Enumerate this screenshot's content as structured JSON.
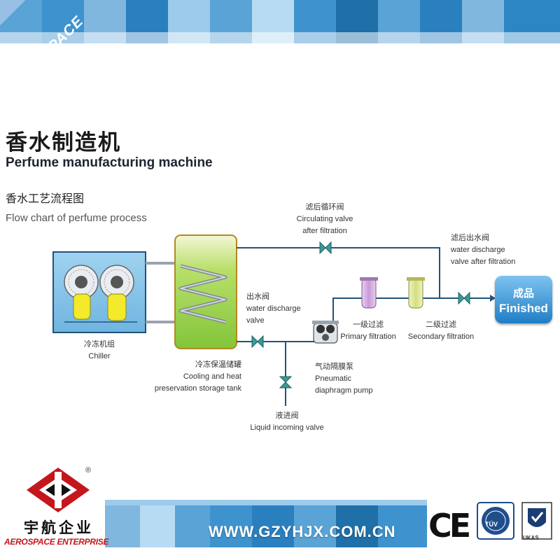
{
  "watermark": "AEROSPACE",
  "title_cn": "香水制造机",
  "title_en": "Perfume manufacturing machine",
  "subtitle_cn": "香水工艺流程图",
  "subtitle_en": "Flow chart of perfume process",
  "nodes": {
    "chiller": {
      "cn": "冷冻机组",
      "en": "Chiller"
    },
    "tank": {
      "cn": "冷冻保温储罐",
      "en_line1": "Cooling and heat",
      "en_line2": "preservation storage tank"
    },
    "circulating_valve": {
      "cn": "滤后循环阀",
      "en_line1": "Circulating valve",
      "en_line2": "after filtration"
    },
    "discharge_after": {
      "cn": "滤后出水阀",
      "en_line1": "water discharge",
      "en_line2": "valve after filtration"
    },
    "water_discharge": {
      "cn": "出水阀",
      "en_line1": "water discharge",
      "en_line2": "valve"
    },
    "primary_filter": {
      "cn": "一级过滤",
      "en": "Primary filtration"
    },
    "secondary_filter": {
      "cn": "二级过滤",
      "en": "Secondary filtration"
    },
    "pump": {
      "cn": "气动隔膜泵",
      "en_line1": "Pneumatic",
      "en_line2": "diaphragm pump"
    },
    "liquid_valve": {
      "cn": "液进阀",
      "en": "Liquid incoming valve"
    },
    "finished": {
      "cn": "成品",
      "en": "Finished"
    }
  },
  "footer": {
    "company_cn": "宇航企业",
    "company_en": "AEROSPACE ENTERPRISE",
    "website": "WWW.GZYHJX.COM.CN",
    "reg_mark": "®",
    "cert_ce": "CE",
    "cert_tuv": "TÜV",
    "cert_ukas": "UKAS"
  },
  "colors": {
    "band_dark": "#1f6fa8",
    "band_light": "#7fb7df",
    "chiller_body": "#7fbfe6",
    "tank_fill": "#9bd34a",
    "pipe": "#24527a",
    "valve": "#3a9a9a",
    "finished": "#1f7ec6",
    "logo_red": "#c4161c"
  }
}
